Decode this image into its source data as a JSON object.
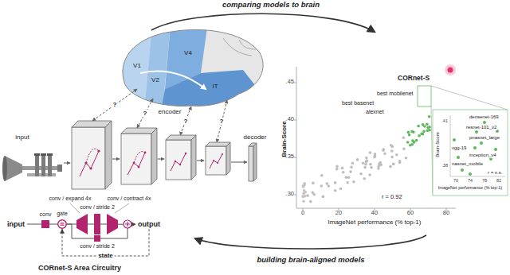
{
  "diagram": {
    "nodes": [
      {
        "text": [
          "input"
        ]
      },
      {
        "text": [
          "conv"
        ]
      },
      {
        "text": [
          "gate"
        ]
      },
      {
        "text": [
          "conv / expand 4x"
        ]
      },
      {
        "text": [
          "conv / stride 2"
        ]
      },
      {
        "text": [
          "conv / contract 4x"
        ]
      },
      {
        "text": [
          "conv / stride 2"
        ]
      },
      {
        "text": [
          "output"
        ]
      }
    ],
    "edges": [
      {
        "from": 0,
        "to": 1,
        "arrow": "none"
      },
      {
        "from": 1,
        "to": 2,
        "arrow": "none"
      },
      {
        "from": 2,
        "to": 3,
        "arrow": "none"
      },
      {
        "from": 3,
        "to": 4,
        "arrow": "none"
      },
      {
        "from": 4,
        "to": 5,
        "arrow": "none"
      },
      {
        "from": 5,
        "to": 7,
        "arrow": "to"
      },
      {
        "from": 2,
        "to": 6,
        "arrow": "none"
      },
      {
        "from": 6,
        "to": 7,
        "arrow": "to"
      },
      {
        "from": 7,
        "to": 2,
        "label": "state",
        "arrow": "to"
      }
    ],
    "labels": [
      "comparing models to brain",
      "V1",
      "V2",
      "V4",
      "IT",
      "encoder",
      "input",
      "?",
      "?",
      "?",
      "?",
      "decoder",
      "CORnet-S Area Circuitry",
      "building brain-aligned models",
      ".45",
      ".40",
      ".35",
      ".30",
      "Brain-Score",
      "0",
      "20",
      "40",
      "60",
      "80",
      "ImageNet performance (% top-1)",
      "CORnet-S",
      "best mobilenet",
      "best basenet",
      "alexnet",
      "r = 0.92",
      "densenet-169",
      "resnet-101_v2",
      "pnasnet_large",
      "inception_v4",
      "vgg-19",
      "nasnet_mobile",
      "r = n.s.",
      "Brain-Score",
      ".41",
      ".38",
      "70",
      "74",
      "78",
      "82",
      "ImageNet performance (% top-1)"
    ]
  }
}
